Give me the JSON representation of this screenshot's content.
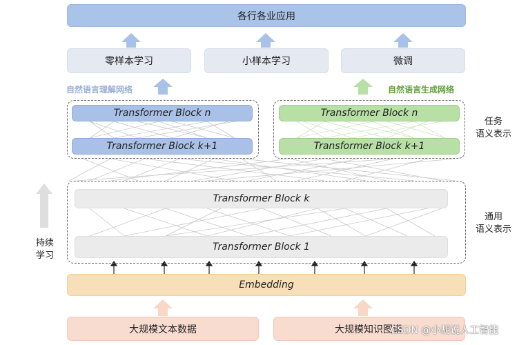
{
  "title": "各行各业应用",
  "methods": [
    "零样本学习",
    "小样本学习",
    "微调"
  ],
  "nlu_label": "自然语言理解网络",
  "nlg_label": "自然语言生成网络",
  "nlu_block_top": "Transformer Block n",
  "nlu_block_bottom": "Transformer Block k+1",
  "nlg_block_top": "Transformer Block n",
  "nlg_block_bottom": "Transformer Block k+1",
  "task_semantic_label": [
    "任务",
    "语义表示"
  ],
  "general_semantic_label": [
    "通用",
    "语义表示"
  ],
  "general_block_top": "Transformer Block k",
  "general_block_bottom": "Transformer Block 1",
  "continual_learning_label": [
    "持续",
    "学习"
  ],
  "embedding_label": "Embedding",
  "data_sources": [
    "大规模文本数据",
    "大规模知识图谱"
  ],
  "watermark": "CSDN @小胡说人工智能",
  "colors": {
    "blue_arrow": "#a9c1e6",
    "green_arrow": "#b8dfa6",
    "peach_arrow": "#f9d6c6",
    "grey_arrow": "#d9d9d9"
  }
}
